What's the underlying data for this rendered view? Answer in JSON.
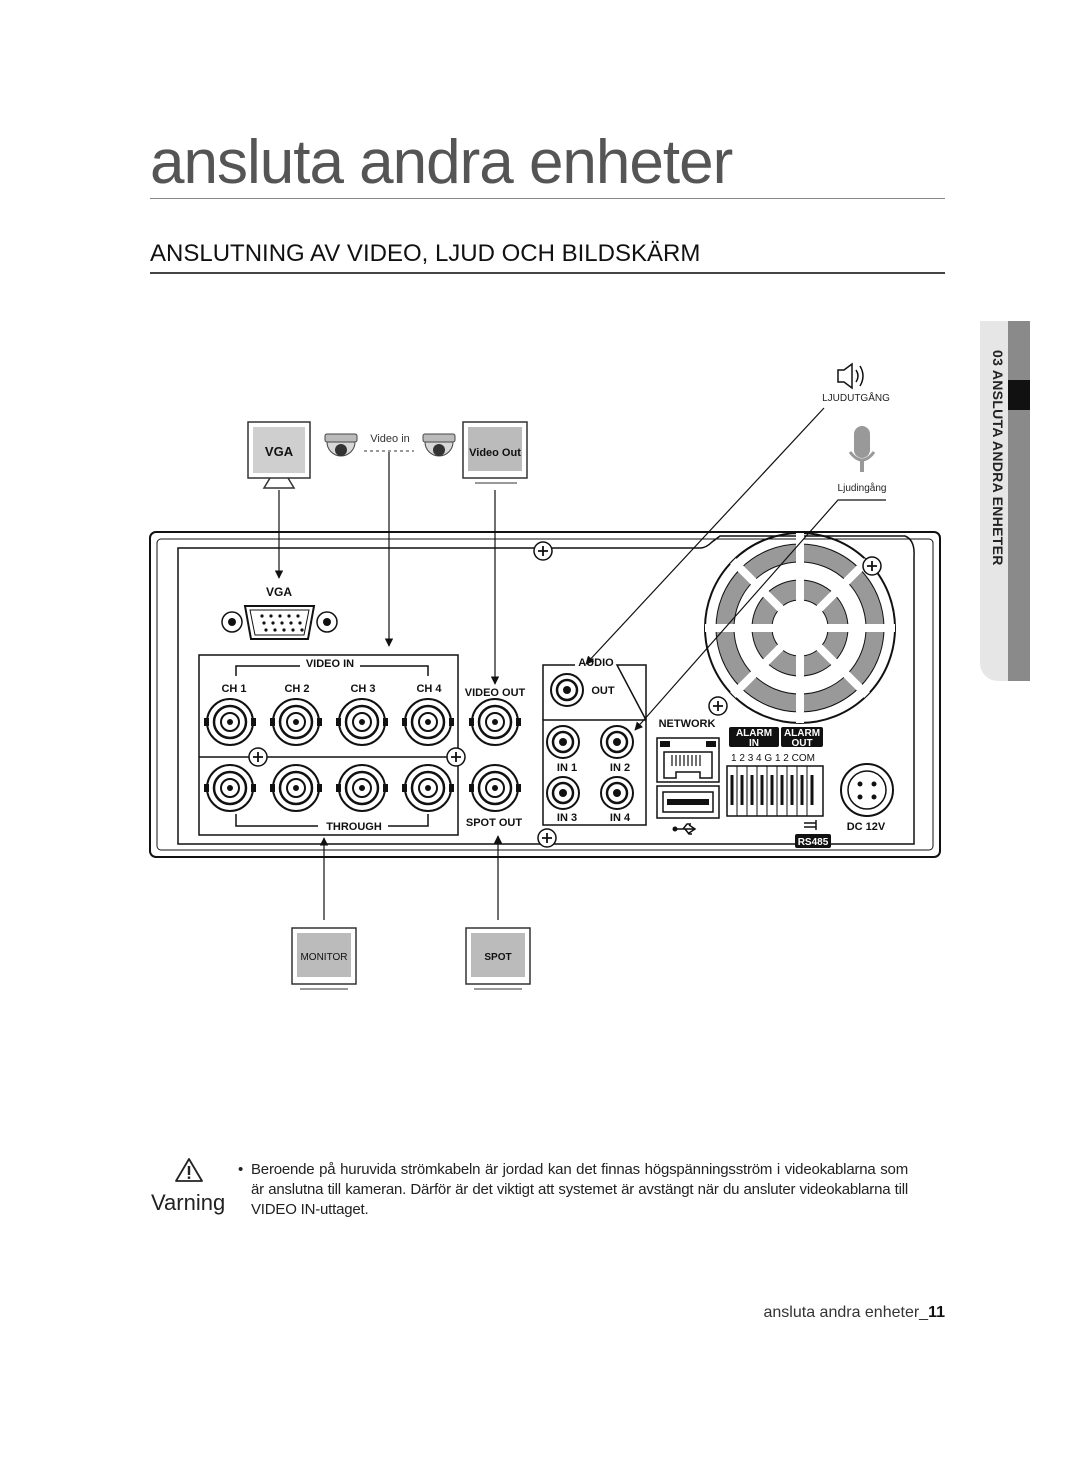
{
  "page": {
    "title": "ansluta andra enheter",
    "section_heading": "ANSLUTNING AV VIDEO, LJUD OCH BILDSKÄRM",
    "side_tab": "03 ANSLUTA ANDRA ENHETER"
  },
  "diagram": {
    "external": {
      "vga_monitor": "VGA",
      "video_in_label": "Video in",
      "video_out_monitor": "Video Out",
      "audio_out_label": "LJUDUTGÅNG",
      "audio_in_label": "Ljudingång",
      "monitor": "MONITOR",
      "spot": "SPOT"
    },
    "panel": {
      "vga": "VGA",
      "video_in": "VIDEO IN",
      "channels": [
        "CH 1",
        "CH 2",
        "CH 3",
        "CH 4"
      ],
      "video_out": "VIDEO OUT",
      "through": "THROUGH",
      "spot_out": "SPOT OUT",
      "audio": "AUDIO",
      "audio_out": "OUT",
      "audio_inputs": [
        "IN 1",
        "IN 2",
        "IN 3",
        "IN 4"
      ],
      "network": "NETWORK",
      "alarm": "ALARM",
      "alarm_in": "IN",
      "alarm_out": "OUT",
      "alarm_pins": "1 2 3 4 G 1 2 COM",
      "rs485": "RS485",
      "dc": "DC 12V"
    }
  },
  "warning": {
    "label": "Varning",
    "bullet": "•",
    "text": "Beroende på huruvida strömkabeln är jordad kan det finnas högspänningsström i videokablarna som är anslutna till kameran. Därför är det viktigt att systemet är avstängt när du ansluter videokablarna till VIDEO IN-uttaget."
  },
  "footer": {
    "text": "ansluta andra enheter_",
    "page_number": "11"
  }
}
